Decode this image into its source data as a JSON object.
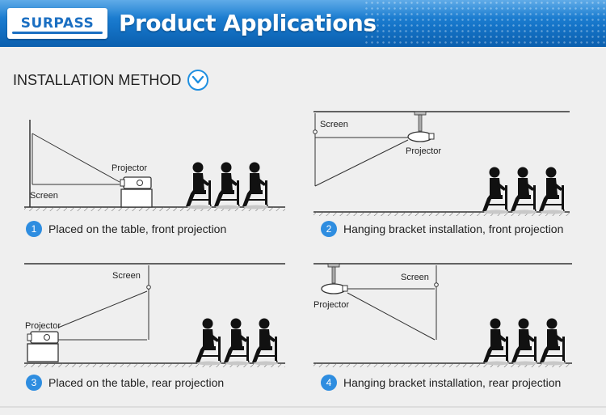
{
  "banner": {
    "logo_text": "SURPASS",
    "title": "Product Applications"
  },
  "section": {
    "title": "INSTALLATION METHOD",
    "toggle_icon": "chevron-down-icon"
  },
  "colors": {
    "accent": "#2e8de0",
    "banner": "#1574c8"
  },
  "diagrams": [
    {
      "num": "1",
      "caption": "Placed on the table, front projection",
      "screen_label": "Screen",
      "projector_label": "Projector"
    },
    {
      "num": "2",
      "caption": "Hanging bracket installation, front projection",
      "screen_label": "Screen",
      "projector_label": "Projector"
    },
    {
      "num": "3",
      "caption": "Placed on the table, rear projection",
      "screen_label": "Screen",
      "projector_label": "Projector"
    },
    {
      "num": "4",
      "caption": "Hanging bracket installation, rear projection",
      "screen_label": "Screen",
      "projector_label": "Projector"
    }
  ]
}
